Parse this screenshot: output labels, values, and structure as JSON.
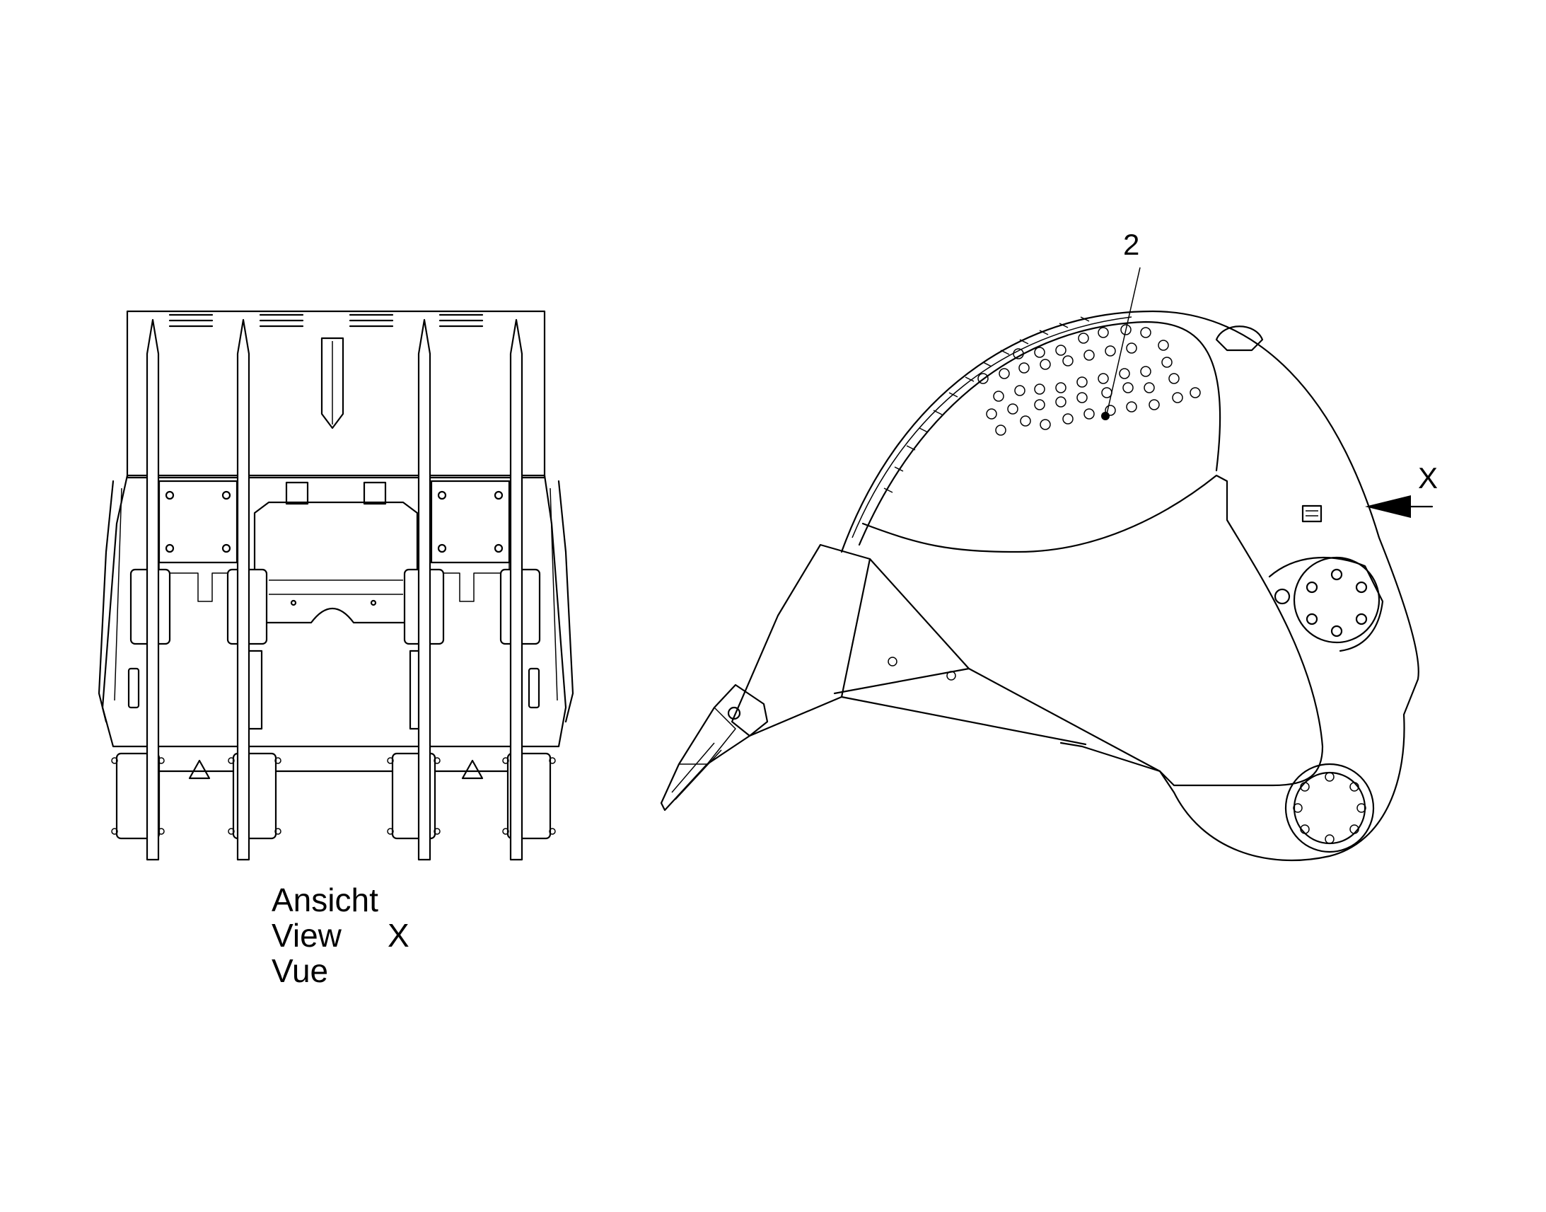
{
  "view_caption": {
    "line1": "Ansicht",
    "line2": "View",
    "line3": "Vue",
    "view_letter": "X"
  },
  "callouts": {
    "part_number": "2",
    "view_arrow_letter": "X"
  }
}
